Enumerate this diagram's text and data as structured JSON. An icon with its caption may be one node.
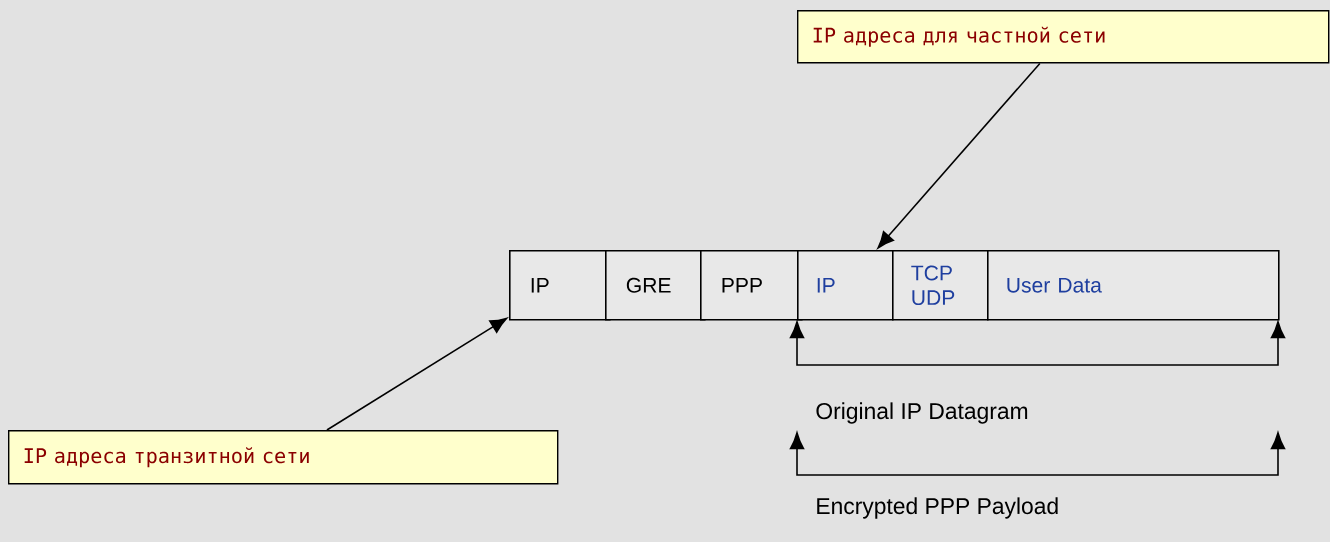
{
  "diagram": {
    "nodes": [
      {
        "text": [
          "IP адреса для частной сети"
        ]
      },
      {
        "text": [
          "IP адреса транзитной сети"
        ]
      },
      {
        "text": [
          "IP"
        ]
      },
      {
        "text": [
          "GRE"
        ]
      },
      {
        "text": [
          "PPP"
        ]
      },
      {
        "text": [
          "IP"
        ]
      },
      {
        "text": [
          "TCP UDP"
        ]
      },
      {
        "text": [
          "User Data"
        ]
      }
    ],
    "edges": [
      {
        "from": 0,
        "to": 5,
        "arrow": "to"
      },
      {
        "from": 1,
        "to": 2,
        "arrow": "to"
      }
    ],
    "labels": [
      "Original IP Datagram",
      "Encrypted PPP Payload"
    ]
  }
}
